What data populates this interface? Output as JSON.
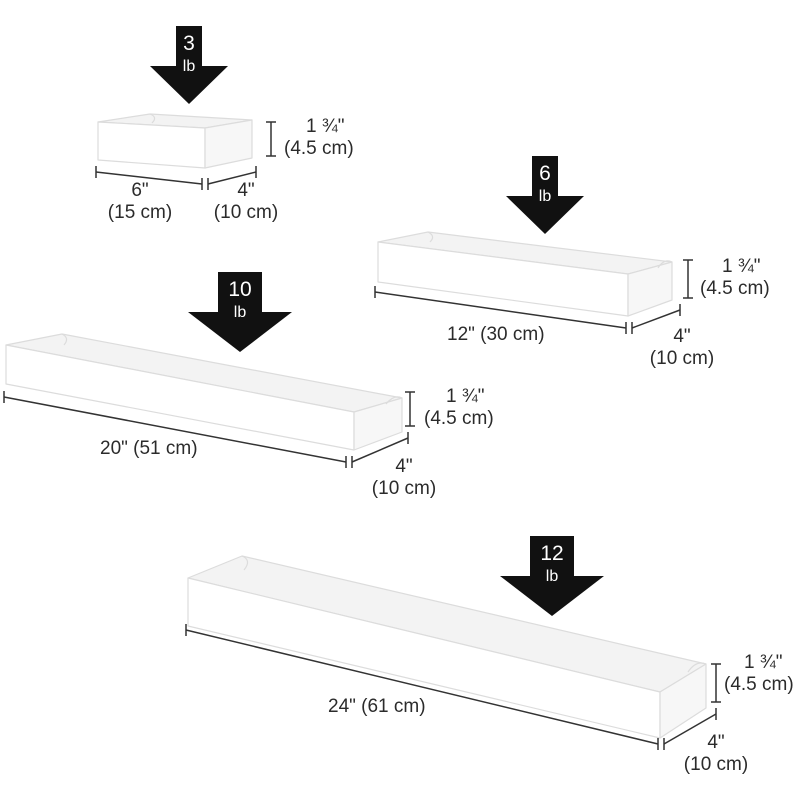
{
  "shelves": [
    {
      "id": "small",
      "weight": {
        "value": "3",
        "unit": "lb"
      },
      "height_label": [
        "1 ¾\"",
        "(4.5 cm)"
      ],
      "length_label": [
        "6\"",
        "(15 cm)"
      ],
      "depth_label": [
        "4\"",
        "(10 cm)"
      ]
    },
    {
      "id": "medium",
      "weight": {
        "value": "6",
        "unit": "lb"
      },
      "height_label": [
        "1 ¾\"",
        "(4.5 cm)"
      ],
      "length_label": [
        "12\" (30 cm)"
      ],
      "depth_label": [
        "4\"",
        "(10 cm)"
      ]
    },
    {
      "id": "large",
      "weight": {
        "value": "10",
        "unit": "lb"
      },
      "height_label": [
        "1 ¾\"",
        "(4.5 cm)"
      ],
      "length_label": [
        "20\" (51 cm)"
      ],
      "depth_label": [
        "4\"",
        "(10 cm)"
      ]
    },
    {
      "id": "xlarge",
      "weight": {
        "value": "12",
        "unit": "lb"
      },
      "height_label": [
        "1 ¾\"",
        "(4.5 cm)"
      ],
      "length_label": [
        "24\" (61 cm)"
      ],
      "depth_label": [
        "4\"",
        "(10 cm)"
      ]
    }
  ]
}
